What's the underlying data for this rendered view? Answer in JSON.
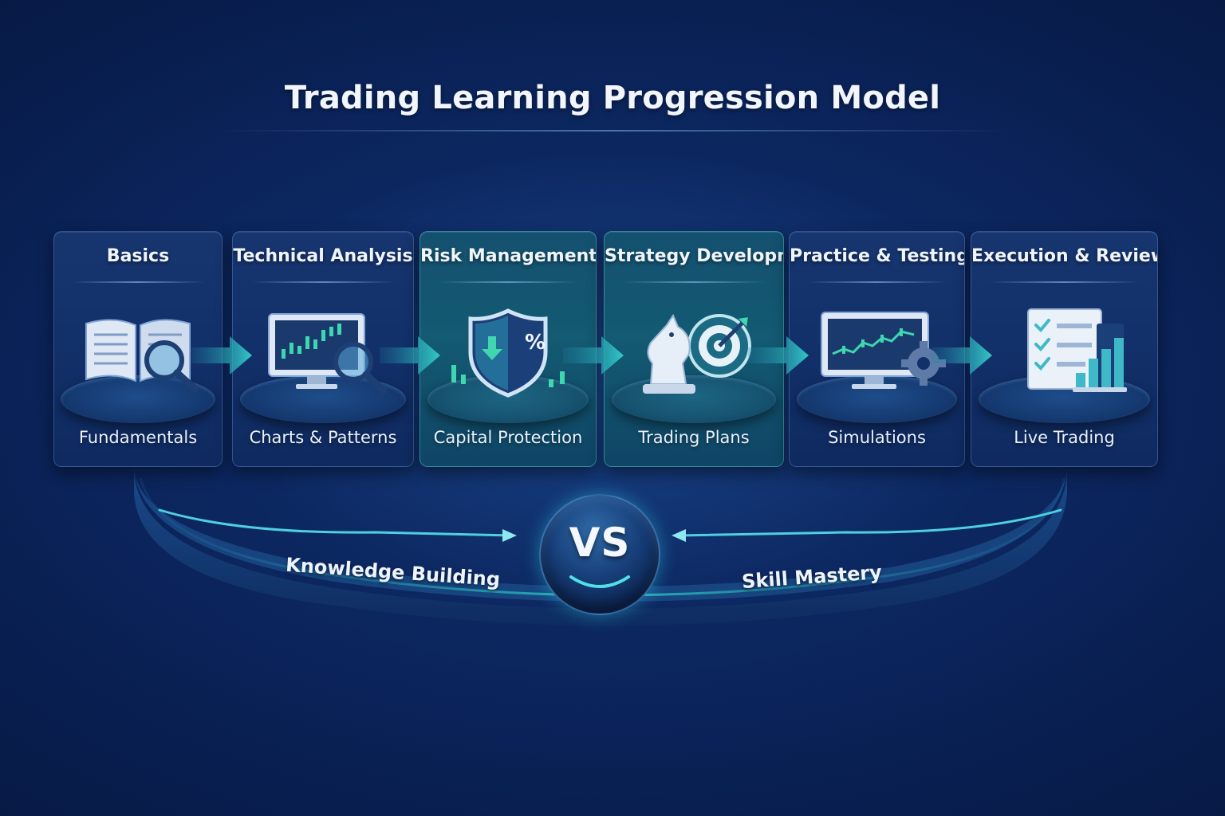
{
  "title": "Trading Learning Progression Model",
  "colors": {
    "background": "#0a2258",
    "card": "#12306a",
    "card_highlight": "#135a72",
    "accent": "#2fc7c0",
    "text": "#f0f5fc"
  },
  "steps": [
    {
      "title": "Basics",
      "subtitle": "Fundamentals",
      "icon": "open-book-magnifier-icon"
    },
    {
      "title": "Technical Analysis",
      "subtitle": "Charts & Patterns",
      "icon": "chart-monitor-magnifier-icon"
    },
    {
      "title": "Risk Management",
      "subtitle": "Capital Protection",
      "icon": "shield-percent-icon"
    },
    {
      "title": "Strategy Development",
      "subtitle": "Trading Plans",
      "icon": "chess-knight-target-icon"
    },
    {
      "title": "Practice & Testing",
      "subtitle": "Simulations",
      "icon": "monitor-gear-icon"
    },
    {
      "title": "Execution & Review",
      "subtitle": "Live Trading",
      "icon": "checklist-bar-chart-icon"
    }
  ],
  "comparison": {
    "left_label": "Knowledge Building",
    "center_label": "VS",
    "right_label": "Skill Mastery"
  }
}
